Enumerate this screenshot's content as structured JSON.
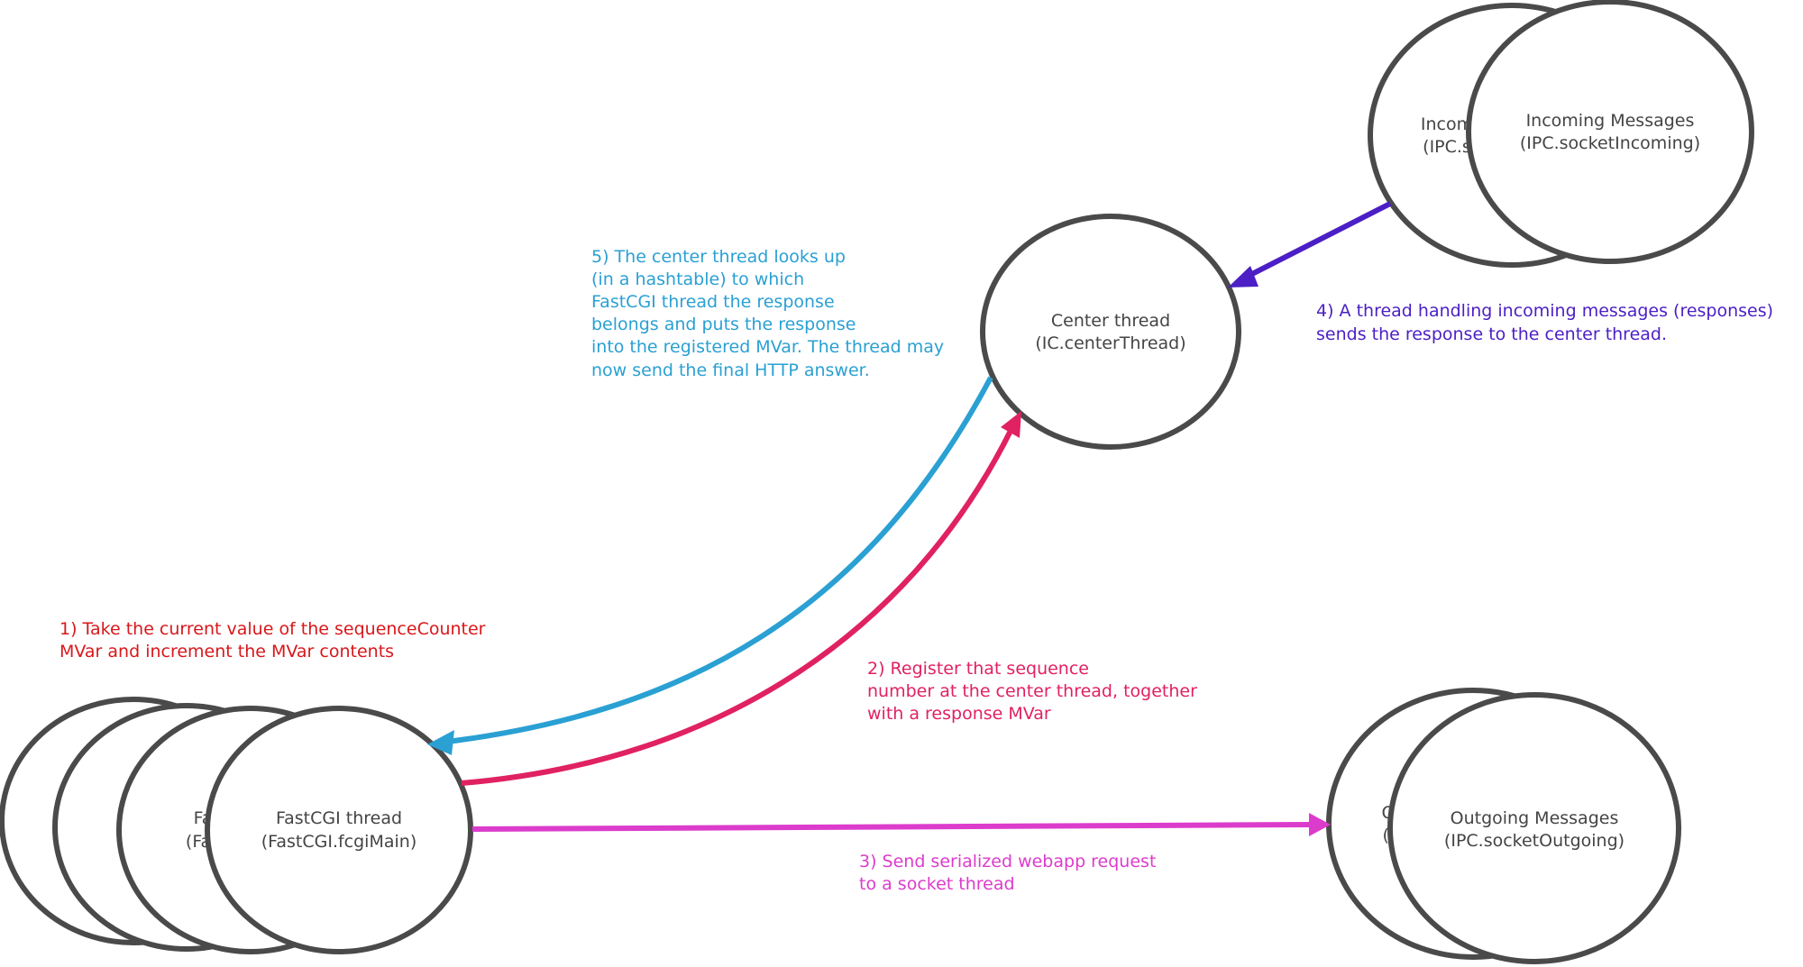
{
  "colors": {
    "node_stroke": "#4a4a4a",
    "node_text": "#444444",
    "step1": "#d8171b",
    "step2": "#e02162",
    "step3": "#dc3ccc",
    "step4": "#4b1fc5",
    "step5": "#2aa0d3"
  },
  "nodes": {
    "fastcgi_back3": {
      "line1": "",
      "line2": "("
    },
    "fastcgi_back2": {
      "line1": "",
      "line2": ""
    },
    "fastcgi_back1": {
      "line1": "Fa",
      "line2": "(Fas"
    },
    "fastcgi_front": {
      "line1": "FastCGI thread",
      "line2": "(FastCGI.fcgiMain)"
    },
    "center": {
      "line1": "Center thread",
      "line2": "(IC.centerThread)"
    },
    "incoming_back": {
      "line1": "Incom",
      "line2": "(IPC.s"
    },
    "incoming_front": {
      "line1": "Incoming Messages",
      "line2": "(IPC.socketIncoming)"
    },
    "outgoing_back": {
      "line1": "O",
      "line2": "(I"
    },
    "outgoing_front": {
      "line1": "Outgoing Messages",
      "line2": "(IPC.socketOutgoing)"
    }
  },
  "annotations": {
    "step1": [
      "1) Take the current value of the sequenceCounter",
      "MVar and increment the MVar contents"
    ],
    "step2": [
      "2) Register that sequence",
      "number at the center thread, together",
      "with a response MVar"
    ],
    "step3": [
      "3) Send serialized webapp request",
      "to a socket thread"
    ],
    "step4": [
      "4) A thread handling incoming messages (responses)",
      "sends the response to the center thread."
    ],
    "step5": [
      "5) The center thread looks up",
      "(in a hashtable) to which",
      "FastCGI thread the response",
      "belongs and puts the response",
      "into the registered MVar. The thread may",
      "now send the final HTTP answer."
    ]
  }
}
